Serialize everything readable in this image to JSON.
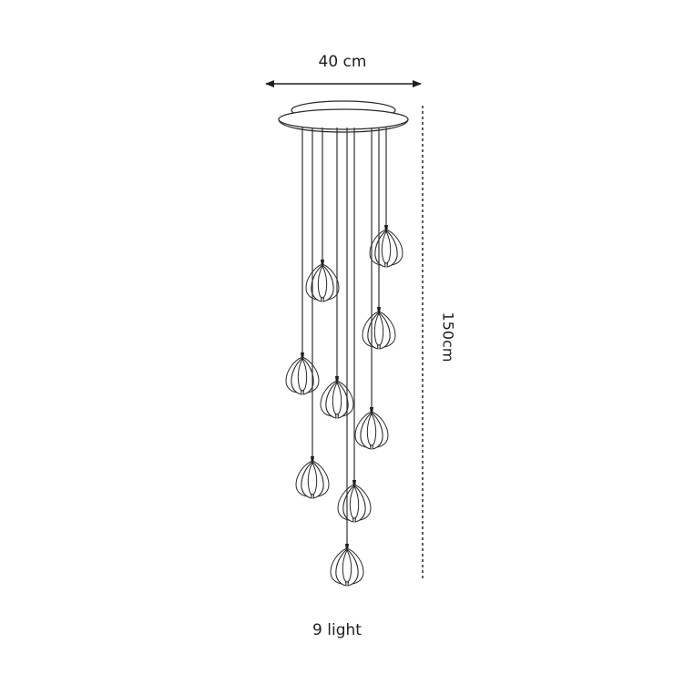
{
  "dimensions": {
    "width_label": "40 cm",
    "height_label": "150cm"
  },
  "caption": {
    "count_label": "9 light"
  },
  "colors": {
    "line": "#1e1e1e",
    "wire": "#333333",
    "petal": "#2a2a2a",
    "background": "#ffffff"
  },
  "lamp": {
    "pendant_count": 9,
    "icon": "magnolia-pendant-icon"
  }
}
